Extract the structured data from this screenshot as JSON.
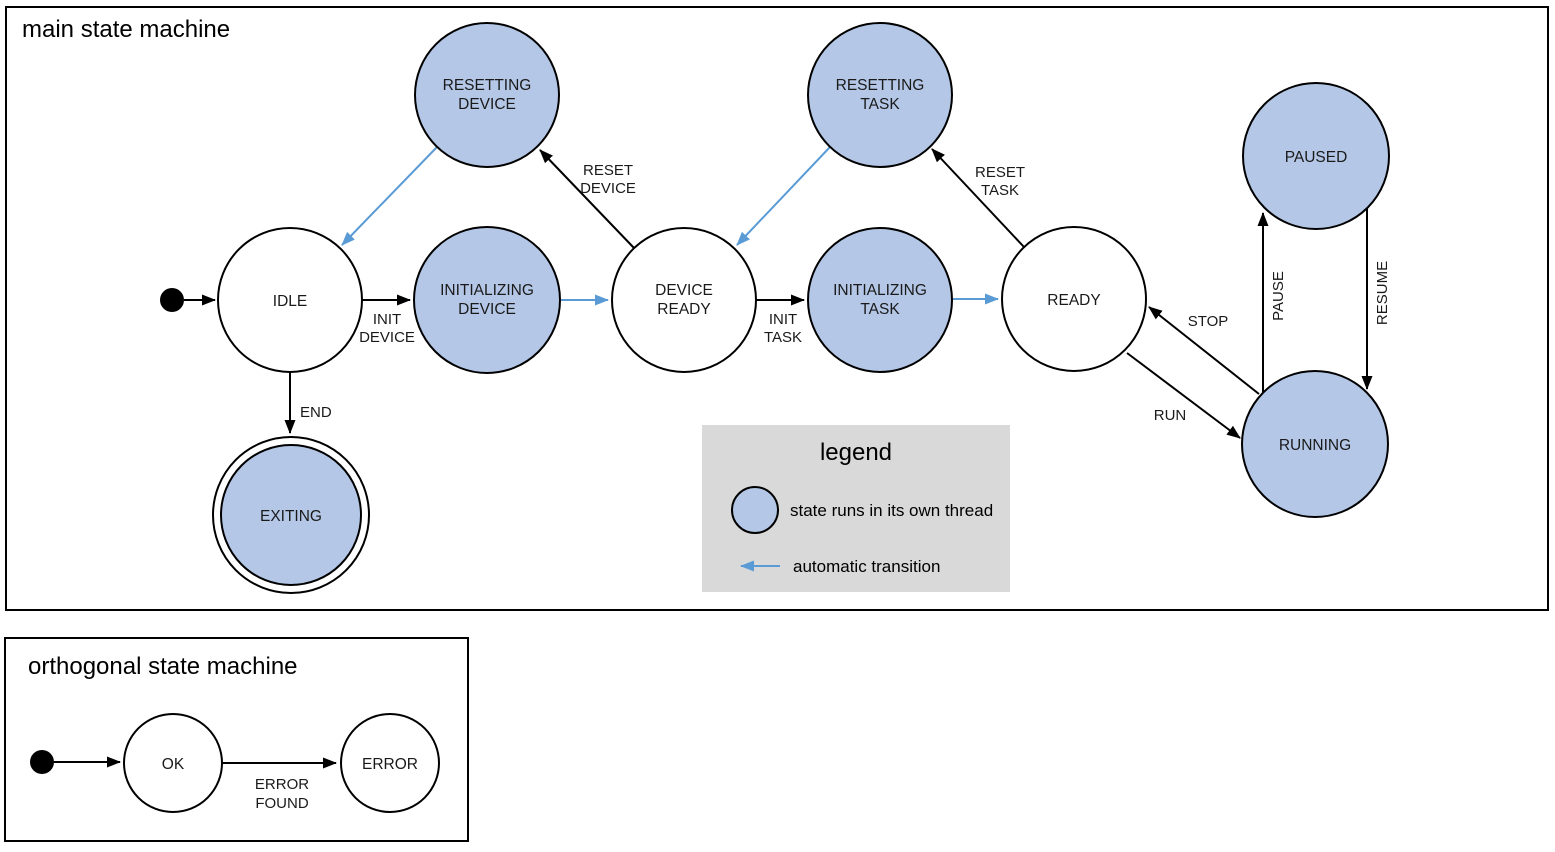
{
  "colors": {
    "thread_fill": "#b4c7e7",
    "auto_arrow": "#5b9bd5",
    "legend_bg": "#d9d9d9",
    "outline": "#000000"
  },
  "main": {
    "title": "main state machine",
    "states": {
      "resetting_device": [
        "RESETTING",
        "DEVICE"
      ],
      "resetting_task": [
        "RESETTING",
        "TASK"
      ],
      "paused": [
        "PAUSED"
      ],
      "idle": [
        "IDLE"
      ],
      "initializing_device": [
        "INITIALIZING",
        "DEVICE"
      ],
      "device_ready": [
        "DEVICE",
        "READY"
      ],
      "initializing_task": [
        "INITIALIZING",
        "TASK"
      ],
      "ready": [
        "READY"
      ],
      "running": [
        "RUNNING"
      ],
      "exiting": [
        "EXITING"
      ]
    },
    "transitions": {
      "init_device": [
        "INIT",
        "DEVICE"
      ],
      "reset_device": [
        "RESET",
        "DEVICE"
      ],
      "init_task": [
        "INIT",
        "TASK"
      ],
      "reset_task": [
        "RESET",
        "TASK"
      ],
      "stop": "STOP",
      "run": "RUN",
      "pause": "PAUSE",
      "resume": "RESUME",
      "end": "END"
    },
    "legend": {
      "title": "legend",
      "thread_label": "state runs in its own thread",
      "auto_label": "automatic transition"
    }
  },
  "orthogonal": {
    "title": "orthogonal state machine",
    "states": {
      "ok": "OK",
      "error": "ERROR"
    },
    "transitions": {
      "error_found": [
        "ERROR",
        "FOUND"
      ]
    }
  }
}
